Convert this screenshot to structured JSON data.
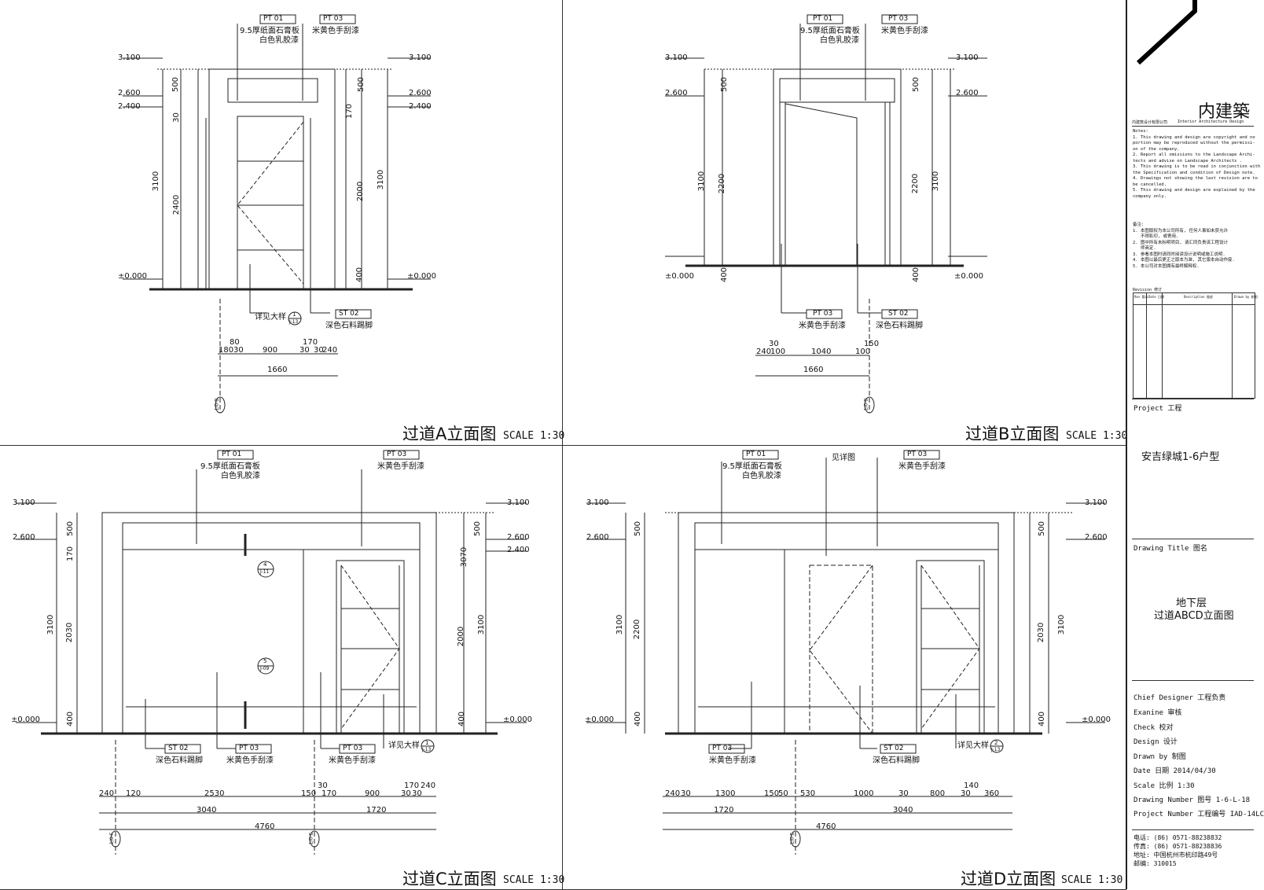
{
  "elevations": [
    {
      "id": "A",
      "title": "过道A立面图",
      "scale": "SCALE 1:30",
      "levels": [
        "3.100",
        "2.600",
        "2.400",
        "±0.000"
      ],
      "left_dims": [
        "500",
        "30",
        "3100",
        "2400"
      ],
      "right_dims": [
        "500",
        "170",
        "3100",
        "2000",
        "400"
      ],
      "callouts": [
        {
          "tag": "PT 01",
          "text": [
            "9.5厚纸面石膏板",
            "白色乳胶漆"
          ]
        },
        {
          "tag": "PT 03",
          "text": [
            "米黄色手刮漆"
          ]
        },
        {
          "tag": "ST 02",
          "text": [
            "深色石料踢脚"
          ]
        }
      ],
      "detail": {
        "label": "详见大样",
        "num": "1",
        "ref": "J-13"
      },
      "dims_row1": [
        "180",
        "80",
        "30",
        "900",
        "30",
        "170",
        "30",
        "240"
      ],
      "dims_total": "1660",
      "axis_label": "1/0-B"
    },
    {
      "id": "B",
      "title": "过道B立面图",
      "scale": "SCALE 1:30",
      "levels": [
        "3.100",
        "2.600",
        "±0.000"
      ],
      "left_dims": [
        "500",
        "3100",
        "2200",
        "400"
      ],
      "right_dims": [
        "500",
        "2200",
        "3100",
        "400"
      ],
      "callouts": [
        {
          "tag": "PT 01",
          "text": [
            "9.5厚纸面石膏板",
            "白色乳胶漆"
          ]
        },
        {
          "tag": "PT 03",
          "text": [
            "米黄色手刮漆"
          ]
        },
        {
          "tag": "PT 03",
          "text": [
            "米黄色手刮漆"
          ]
        },
        {
          "tag": "ST 02",
          "text": [
            "深色石料踢脚"
          ]
        }
      ],
      "dims_row1": [
        "240",
        "30",
        "100",
        "1040",
        "100",
        "150"
      ],
      "dims_total": "1660",
      "axis_label": "1/0-B"
    },
    {
      "id": "C",
      "title": "过道C立面图",
      "scale": "SCALE 1:30",
      "levels": [
        "3.100",
        "2.600",
        "±0.000",
        "3.100",
        "2.600",
        "2.400",
        "±0.000"
      ],
      "left_dims": [
        "500",
        "170",
        "3100",
        "2030",
        "400"
      ],
      "right_dims": [
        "500",
        "3070",
        "3100",
        "2000",
        "400"
      ],
      "callouts": [
        {
          "tag": "PT 01",
          "text": [
            "9.5厚纸面石膏板",
            "白色乳胶漆"
          ]
        },
        {
          "tag": "PT 03",
          "text": [
            "米黄色手刮漆"
          ]
        },
        {
          "tag": "ST 02",
          "text": [
            "深色石料踢脚"
          ]
        },
        {
          "tag": "PT 03",
          "text": [
            "米黄色手刮漆"
          ]
        },
        {
          "tag": "PT 03",
          "text": [
            "米黄色手刮漆"
          ]
        }
      ],
      "detail": {
        "label": "详见大样",
        "num": "1",
        "ref": "J-13"
      },
      "markers": [
        {
          "num": "4",
          "ref": "J-11"
        },
        {
          "num": "5",
          "ref": "J-09"
        }
      ],
      "dims_row1": [
        "240",
        "120",
        "2530",
        "150",
        "30",
        "170",
        "900",
        "30",
        "30",
        "170",
        "240"
      ],
      "dims_row2": [
        "3040",
        "1720"
      ],
      "dims_total": "4760",
      "axis_labels": [
        "1/0-F",
        "1/0-E"
      ]
    },
    {
      "id": "D",
      "title": "过道D立面图",
      "scale": "SCALE 1:30",
      "levels": [
        "3.100",
        "2.600",
        "±0.000",
        "3.100",
        "2.600",
        "±0.000"
      ],
      "left_dims": [
        "500",
        "3100",
        "2200",
        "400"
      ],
      "right_dims": [
        "500",
        "2030",
        "3100",
        "400"
      ],
      "callouts": [
        {
          "tag": "PT 01",
          "text": [
            "9.5厚纸面石膏板",
            "白色乳胶漆"
          ]
        },
        {
          "tag": "",
          "text": [
            "见详图"
          ]
        },
        {
          "tag": "PT 03",
          "text": [
            "米黄色手刮漆"
          ]
        },
        {
          "tag": "PT 03",
          "text": [
            "米黄色手刮漆"
          ]
        },
        {
          "tag": "ST 02",
          "text": [
            "深色石料踢脚"
          ]
        }
      ],
      "detail": {
        "label": "详见大样",
        "num": "2",
        "ref": "J-13"
      },
      "dims_row1": [
        "240",
        "30",
        "1300",
        "150",
        "50",
        "530",
        "1000",
        "30",
        "800",
        "30",
        "140",
        "360"
      ],
      "dims_row2": [
        "1720",
        "3040"
      ],
      "dims_total": "4760",
      "axis_label": "1/0-E"
    }
  ],
  "sheet": {
    "logo_cn": "内建築",
    "company_cn": "内建筑设计有限公司",
    "company_en": "Interior Architecture Design",
    "notes_en": "Notes:\n1. This drawing and design are copyright and no\nportion may be reproduced without the permissi-\non of the company.\n2. Report all omissions to the Landscape Archi-\ntects and advise on Landscape Architects .\n3. This drawing is to be read in conjunction with\nthe Specification and condition of Design note.\n4. Drawings not showing the last revision are to\nbe cancelled.\n5. This drawing and design are explained by the\ncompany only.",
    "notes_cn": "备注:\n1. 本图版权为本公司所有, 任何人事如未获允许\n   不得影印, 或寄用.\n2. 图中所有未标明项目, 请汇同负责该工程设计\n   师商定.\n3. 参看本图时请同时阅读设计说明或施工说明.\n4. 本图以最后更正之版本为准, 其它版本自动作废.\n5. 本公司对本图拥有最终解释权.",
    "revision_label": "Revision 修订",
    "revision_headers": [
      "Rev 版本",
      "Date 日期",
      "Description 描述",
      "Drawn by 制图"
    ],
    "project_label": "Project  工程",
    "project_name": "安吉绿城1-6户型",
    "drawing_title_label": "Drawing Title 图名",
    "drawing_title": [
      "地下层",
      "过道ABCD立面图"
    ],
    "chief_designer": "Chief Designer 工程负责",
    "examine": "Exanine 审核",
    "check": "Check  校对",
    "design": "Design  设计",
    "drawn_by": "Drawn  by  制图",
    "date": "Date  日期     2014/04/30",
    "scale": "Scale  比例     1:30",
    "drawing_number": "Drawing  Number   图号   1-6-L-18",
    "project_number": "Project  Number  工程编号  IAD-14LC",
    "phone": "电话:   (86)  0571-88238832",
    "fax": "传真:   (86)  0571-88238836",
    "address": "地址:  中国杭州市杭印路49号",
    "postcode": "邮编:  310015"
  }
}
